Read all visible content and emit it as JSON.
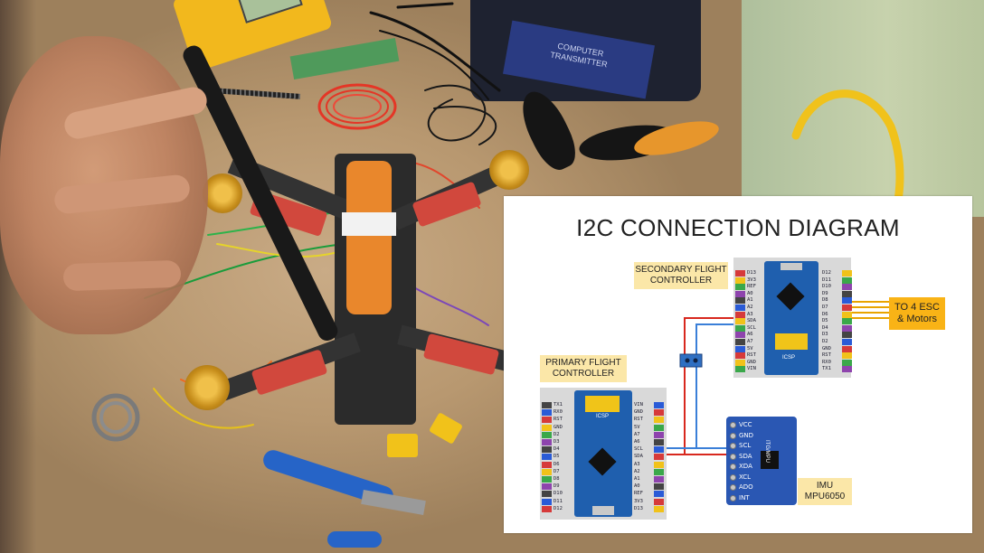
{
  "diagram": {
    "title": "I2C CONNECTION DIAGRAM",
    "secondary_label_line1": "SECONDARY FLIGHT",
    "secondary_label_line2": "CONTROLLER",
    "primary_label_line1": "PRIMARY FLIGHT",
    "primary_label_line2": "CONTROLLER",
    "esc_label_line1": "TO 4 ESC",
    "esc_label_line2": "& Motors",
    "imu_label_line1": "IMU",
    "imu_label_line2": "MPU6050",
    "icsp_label": "ICSP",
    "imu_pins": [
      "VCC",
      "GND",
      "SCL",
      "SDA",
      "XDA",
      "XCL",
      "ADO",
      "INT"
    ],
    "imu_chip_text": "ITG/MPU",
    "secondary_left_pins": [
      "D13",
      "3V3",
      "REF",
      "A0",
      "A1",
      "A2",
      "A3",
      "SDA",
      "SCL",
      "A6",
      "A7",
      "5V",
      "RST",
      "GND",
      "VIN"
    ],
    "secondary_right_pins": [
      "D12",
      "D11",
      "D10",
      "D9",
      "D8",
      "D7",
      "D6",
      "D5",
      "D4",
      "D3",
      "D2",
      "GND",
      "RST",
      "RX0",
      "TX1"
    ],
    "primary_left_pins": [
      "TX1",
      "RX0",
      "RST",
      "GND",
      "D2",
      "D3",
      "D4",
      "D5",
      "D6",
      "D7",
      "D8",
      "D9",
      "D10",
      "D11",
      "D12"
    ],
    "primary_right_pins": [
      "VIN",
      "GND",
      "RST",
      "5V",
      "A7",
      "A6",
      "SCL",
      "SDA",
      "A3",
      "A2",
      "A1",
      "A0",
      "REF",
      "3V3",
      "D13"
    ]
  },
  "photo": {
    "transmitter_text_line1": "COMPUTER",
    "transmitter_text_line2": "TRANSMITTER"
  },
  "colors": {
    "wire_red": "#d8281e",
    "wire_blue": "#3a7fd8",
    "board_blue": "#1f5fae",
    "label_yellow": "#fbe7a8",
    "esc_orange": "#f9b316",
    "wire_esc": "#e9a400"
  }
}
